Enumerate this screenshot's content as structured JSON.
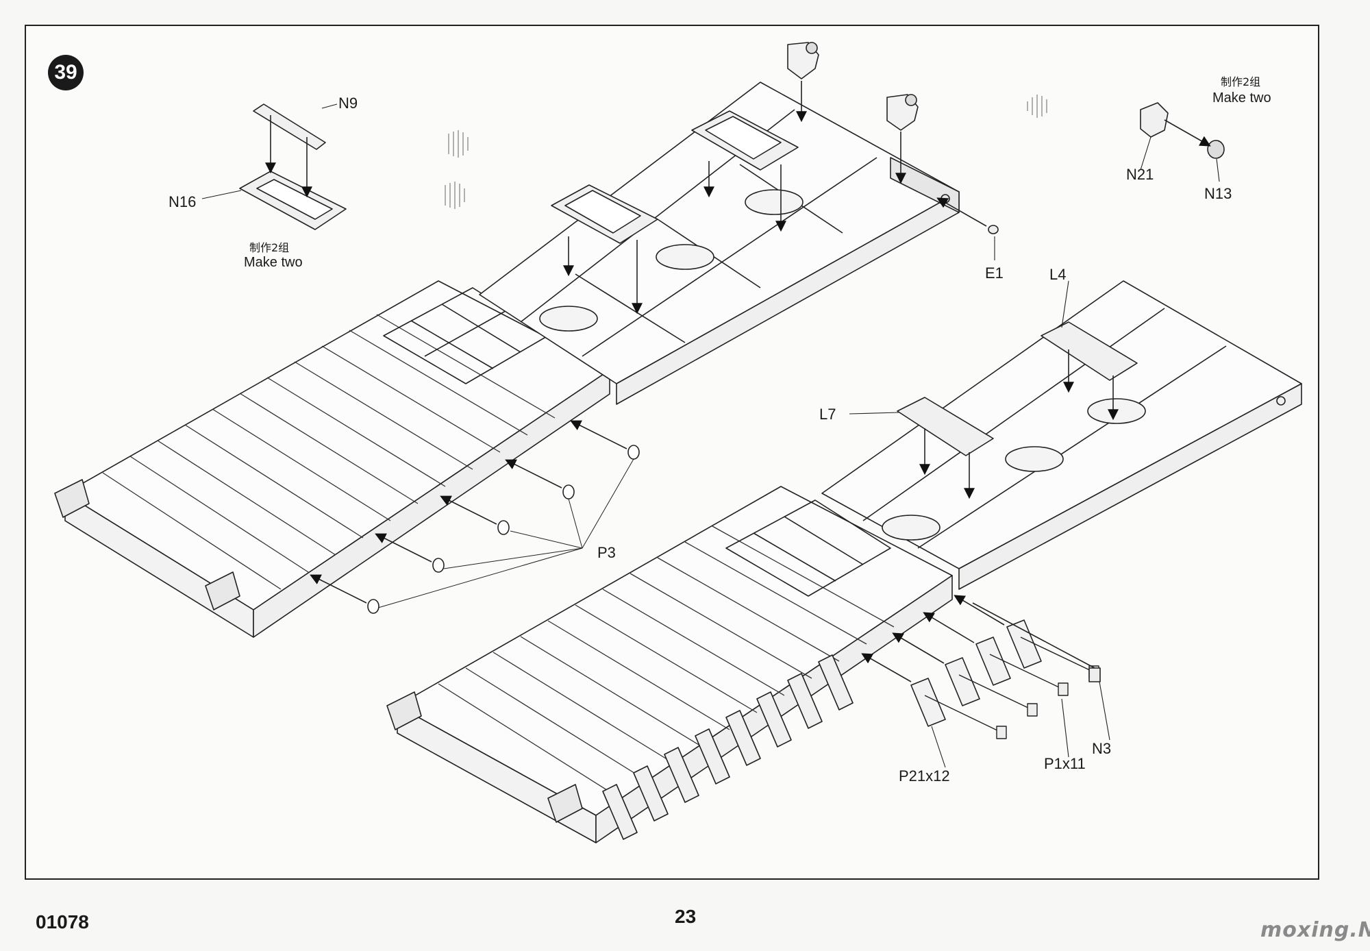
{
  "step_number": "39",
  "labels": {
    "n9": "N9",
    "n16": "N16",
    "e1": "E1",
    "l4": "L4",
    "l7": "L7",
    "p3": "P3",
    "n21": "N21",
    "n13": "N13",
    "n3": "N3",
    "p1x11": "P1x11",
    "p21x12": "P21x12"
  },
  "notes": {
    "left_cn": "制作2组",
    "left_en": "Make two",
    "right_cn": "制作2组",
    "right_en": "Make two"
  },
  "footer": {
    "product_code": "01078",
    "page_number": "23",
    "watermark": "moxing.NET"
  }
}
